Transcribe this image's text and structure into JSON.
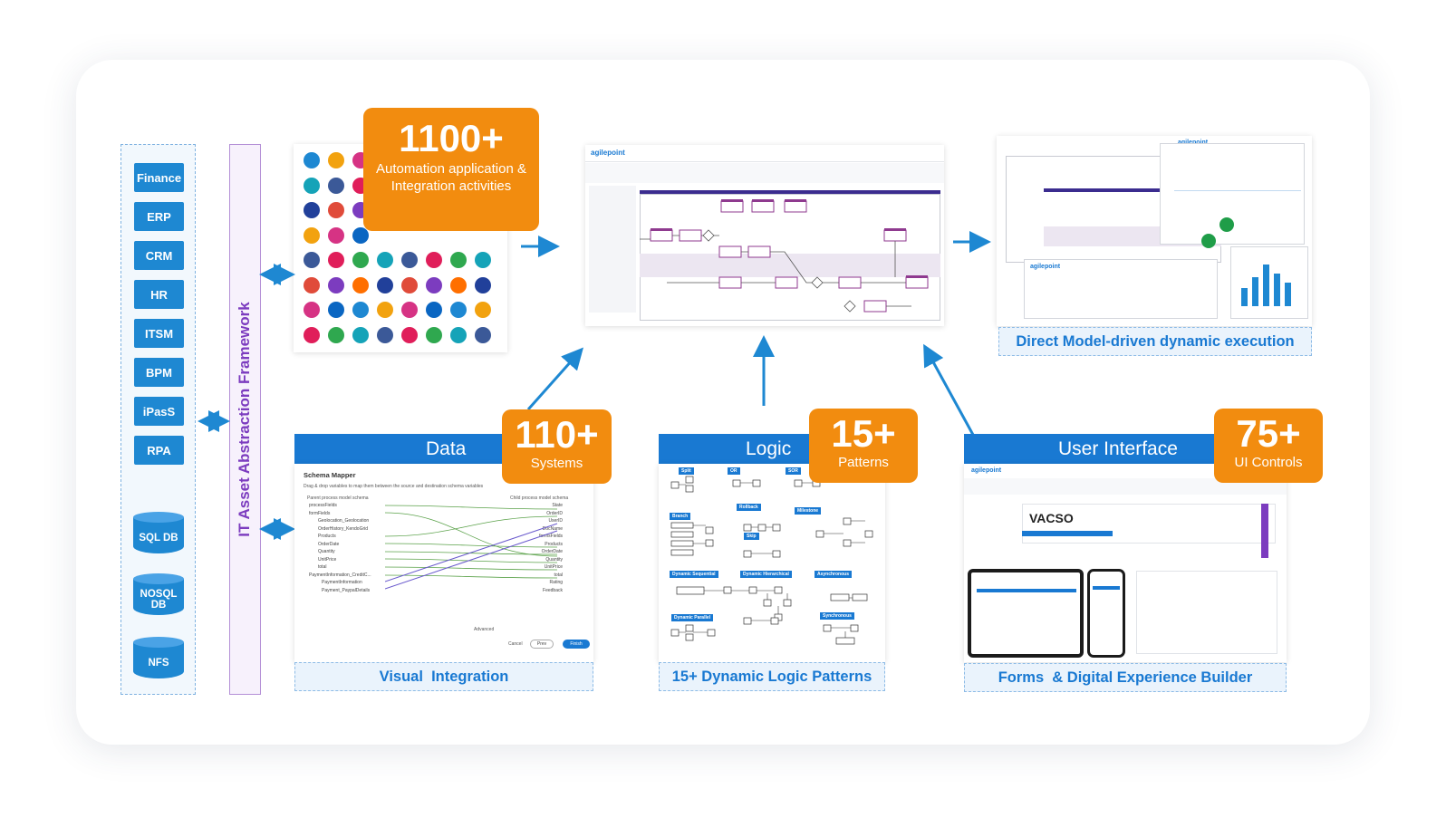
{
  "systems": {
    "items": [
      "Finance",
      "ERP",
      "CRM",
      "HR",
      "ITSM",
      "BPM",
      "iPasS",
      "RPA"
    ],
    "databases": [
      "SQL DB",
      "NOSQL DB",
      "NFS"
    ]
  },
  "framework_label": "IT Asset Abstraction Framework",
  "automation": {
    "number": "1100+",
    "text": "Automation application & Integration activities"
  },
  "data_section": {
    "header": "Data",
    "badge_number": "110+",
    "badge_text": "Systems",
    "caption": "Visual  Integration",
    "mapper_title": "Schema Mapper",
    "mapper_hint": "Drag & drop variables to map them between the source and destination schema variables",
    "left_header": "Parent process model schema",
    "right_header": "Child process model schema",
    "left_items": [
      "processFields",
      "formFields",
      "Geolocation_Geolocation",
      "OrderHistory_KendoGrid",
      "Products",
      "OrderDate",
      "Quantity",
      "UnitPrice",
      "total",
      "PaymentInformation_CreditC...",
      "PaymentInformation",
      "Payment_PaypalDetails"
    ],
    "right_items": [
      "State",
      "OrderID",
      "UserID",
      "DocName",
      "formsFields",
      "Products",
      "OrderDate",
      "Quantity",
      "UnitPrice",
      "total",
      "Rating",
      "Feedback"
    ],
    "advanced_label": "Advanced",
    "cancel_label": "Cancel",
    "prev_label": "Prev",
    "finish_label": "Finish"
  },
  "logic_section": {
    "header": "Logic",
    "badge_number": "15+",
    "badge_text": "Patterns",
    "caption": "15+ Dynamic Logic Patterns",
    "patterns": [
      "Split",
      "OR",
      "SOR",
      "Branch",
      "Rollback",
      "Milestone",
      "Skip",
      "Dynamic Sequential",
      "Dynamic Hierarchical",
      "Asynchronous",
      "Dynamic Parallel",
      "Synchronous"
    ]
  },
  "ui_section": {
    "header": "User Interface",
    "badge_number": "75+",
    "badge_text": "UI Controls",
    "caption": "Forms  & Digital Experience Builder",
    "brand": "agilepoint",
    "form_logo": "VACSO"
  },
  "execution": {
    "caption_prefix": "Direct ",
    "caption_bold": "Model-driven",
    "caption_suffix": " dynamic execution",
    "brand": "agilepoint"
  },
  "process_screen": {
    "brand": "agilepoint"
  },
  "colors": {
    "orange": "#f28c0f",
    "blue": "#1979d2",
    "purple": "#7c3cbf"
  },
  "icon_names": [
    "wcf-icon",
    "globe-icon",
    "mongodb-icon",
    "amazon-icon",
    "slack-icon",
    "excel-icon",
    "aws-icon",
    "facebook-icon",
    "office-icon",
    "onedrive-icon",
    "sap-icon",
    "skype-icon",
    "teams-icon",
    "salesforce-icon",
    "x-icon",
    "zoom-icon",
    "chrome-icon",
    "drive-icon",
    "sharepoint-icon",
    "ui-icon",
    "jira-icon",
    "paypal-icon"
  ]
}
